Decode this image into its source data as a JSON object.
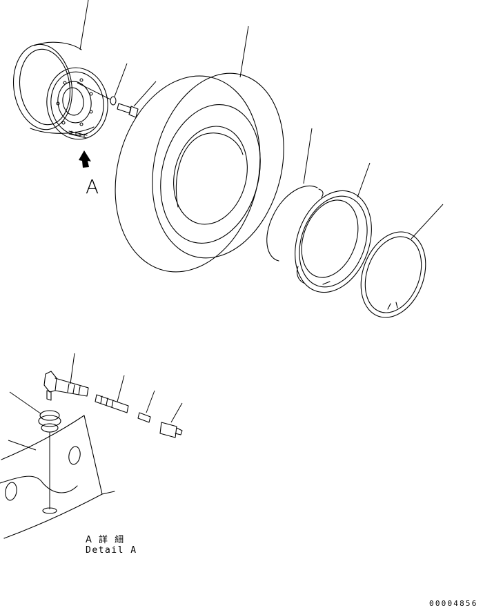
{
  "labels": {
    "view_letter": "A",
    "detail_jp": "A 詳 細",
    "detail_en": "Detail A",
    "drawing_number": "00004856"
  },
  "colors": {
    "line": "#000000",
    "background": "#ffffff"
  }
}
